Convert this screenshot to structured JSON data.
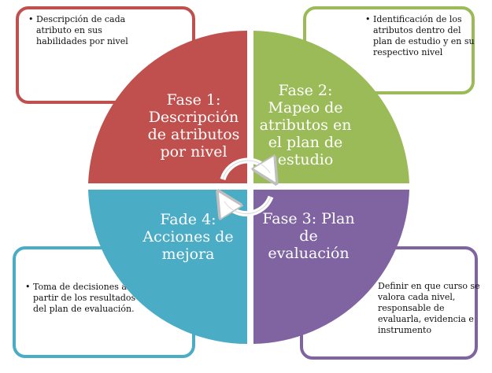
{
  "boxes": {
    "top_left": {
      "text": "Descripción de cada atributo en sus habilidades por nivel",
      "color": "#c0504d"
    },
    "top_right": {
      "text": "Identificación de los atributos dentro del plan de estudio y en su respectivo nivel",
      "color": "#9bbb59"
    },
    "bottom_left": {
      "text": "Toma de decisiones a partir de los resultados del plan de evaluación.",
      "color": "#4bacc6"
    },
    "bottom_right": {
      "text": "Definir en que curso se valora cada nivel, responsable de evaluarla, evidencia e instrumento",
      "color": "#8064a2"
    }
  },
  "phases": {
    "phase1": {
      "label": "Fase 1:\nDescripción\nde atributos\npor nivel",
      "color": "#c0504d"
    },
    "phase2": {
      "label": "Fase 2:\nMapeo de\natributos en\nel plan de\nestudio",
      "color": "#9bbb59"
    },
    "phase3": {
      "label": "Fase 3: Plan\nde\nevaluación",
      "color": "#8064a2"
    },
    "phase4": {
      "label": "Fade 4:\nAcciones de\nmejora",
      "color": "#4bacc6"
    }
  },
  "cycle_icon": "circular-arrows-icon"
}
